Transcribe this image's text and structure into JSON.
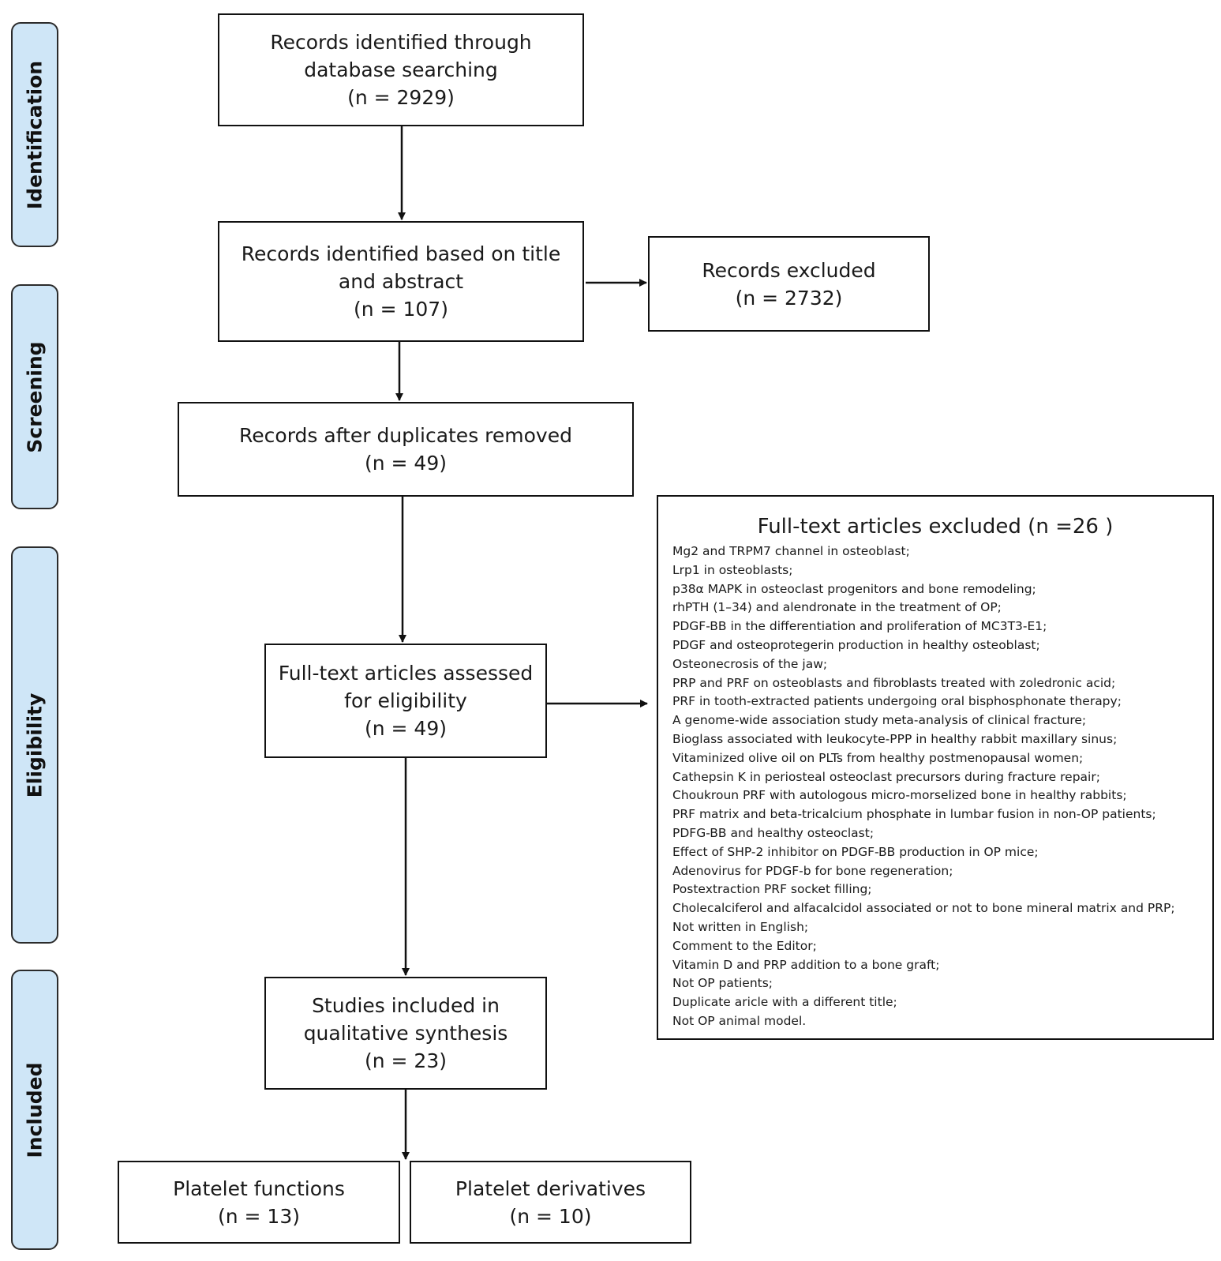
{
  "phases": [
    "Identification",
    "Screening",
    "Eligibility",
    "Included"
  ],
  "boxes": {
    "identified": [
      "Records identified through",
      "database searching",
      "(n = 2929)"
    ],
    "title_abstract": [
      "Records identified based on title",
      "and abstract",
      "(n = 107)"
    ],
    "records_excluded": [
      "Records excluded",
      "(n = 2732)"
    ],
    "after_duplicates": [
      "Records after duplicates removed",
      "(n =  49)"
    ],
    "fulltext_assessed": [
      "Full-text articles assessed",
      "for eligibility",
      "(n =  49)"
    ],
    "included": [
      "Studies included in",
      "qualitative synthesis",
      "(n =  23)"
    ],
    "platelet_functions": [
      "Platelet functions",
      "(n =  13)"
    ],
    "platelet_derivatives": [
      "Platelet derivatives",
      "(n =  10)"
    ]
  },
  "fulltext_excluded": {
    "title": "Full-text articles excluded (n =26 )",
    "items": [
      "Mg2 and TRPM7 channel in osteoblast;",
      "Lrp1 in osteoblasts;",
      "p38α MAPK in osteoclast progenitors and bone remodeling;",
      "rhPTH (1–34) and alendronate in the treatment of OP;",
      "PDGF-BB in the differentiation and proliferation of MC3T3-E1;",
      "PDGF and osteoprotegerin production in healthy osteoblast;",
      "Osteonecrosis of the jaw;",
      "PRP and PRF on osteoblasts and fibroblasts treated with zoledronic acid;",
      "PRF in tooth-extracted patients undergoing oral bisphosphonate therapy;",
      "A genome-wide association study meta-analysis of clinical fracture;",
      "Bioglass associated with leukocyte-PPP in healthy rabbit maxillary sinus;",
      "Vitaminized olive oil on PLTs from healthy postmenopausal women;",
      "Cathepsin K in periosteal osteoclast precursors during fracture repair;",
      "Choukroun PRF with autologous micro-morselized bone in healthy rabbits;",
      "PRF matrix and beta-tricalcium phosphate in lumbar fusion in non-OP patients;",
      "PDFG-BB and healthy osteoclast;",
      "Effect of SHP-2 inhibitor on PDGF-BB production in OP mice;",
      "Adenovirus for PDGF-b for bone regeneration;",
      "Postextraction PRF socket filling;",
      "Cholecalciferol and alfacalcidol associated or not to bone mineral matrix and PRP;",
      "Not written in English;",
      "Comment to the Editor;",
      "Vitamin D and PRP addition to a bone graft;",
      "Not OP patients;",
      "Duplicate aricle with a different title;",
      "Not OP animal model."
    ]
  }
}
